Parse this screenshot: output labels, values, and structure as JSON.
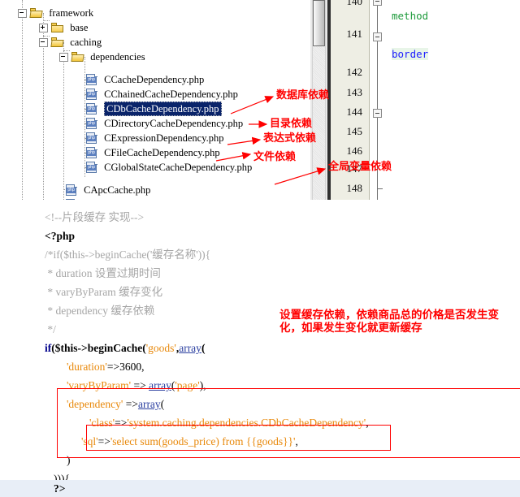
{
  "tree": {
    "nodes": [
      {
        "label": "framework",
        "type": "folder-open",
        "depth": 0,
        "expander": "minus",
        "selected": false
      },
      {
        "label": "base",
        "type": "folder-closed",
        "depth": 1,
        "expander": "plus",
        "selected": false
      },
      {
        "label": "caching",
        "type": "folder-open",
        "depth": 1,
        "expander": "minus",
        "selected": false
      },
      {
        "label": "dependencies",
        "type": "folder-open",
        "depth": 2,
        "expander": "minus",
        "selected": false
      },
      {
        "label": "CCacheDependency.php",
        "type": "php-file",
        "depth": 3,
        "expander": "none",
        "selected": false
      },
      {
        "label": "CChainedCacheDependency.php",
        "type": "php-file",
        "depth": 3,
        "expander": "none",
        "selected": false
      },
      {
        "label": "CDbCacheDependency.php",
        "type": "php-file",
        "depth": 3,
        "expander": "none",
        "selected": true
      },
      {
        "label": "CDirectoryCacheDependency.php",
        "type": "php-file",
        "depth": 3,
        "expander": "none",
        "selected": false
      },
      {
        "label": "CExpressionDependency.php",
        "type": "php-file",
        "depth": 3,
        "expander": "none",
        "selected": false
      },
      {
        "label": "CFileCacheDependency.php",
        "type": "php-file",
        "depth": 3,
        "expander": "none",
        "selected": false
      },
      {
        "label": "CGlobalStateCacheDependency.php",
        "type": "php-file",
        "depth": 3,
        "expander": "none",
        "selected": false
      },
      {
        "label": "CApcCache.php",
        "type": "php-file",
        "depth": 2,
        "expander": "none",
        "selected": false
      }
    ],
    "icon_php_text": "php"
  },
  "editor": {
    "line_numbers": [
      "140",
      "141",
      "142",
      "143",
      "144",
      "145",
      "146",
      "147",
      "148"
    ],
    "code_tokens": [
      {
        "text": "method",
        "color": "#1f9b3c",
        "highlight": false
      },
      {
        "text": "border",
        "color": "#1c1cff",
        "highlight": true
      }
    ],
    "highlight_color": "#e8f5e8",
    "scrollbar": {
      "name": "vertical-scrollbar"
    }
  },
  "annotations": {
    "tree_labels": [
      {
        "text": "数据库依赖",
        "name": "annotation-db-dependency"
      },
      {
        "text": "目录依赖",
        "name": "annotation-directory-dependency"
      },
      {
        "text": "表达式依赖",
        "name": "annotation-expression-dependency"
      },
      {
        "text": "文件依赖",
        "name": "annotation-file-dependency"
      },
      {
        "text": "全局变量依赖",
        "name": "annotation-globalstate-dependency"
      }
    ],
    "code_note": "设置缓存依赖，依赖商品总的价格是否发生变化，如果发生变化就更新缓存",
    "color": "#ff0000"
  },
  "code": {
    "lines": [
      {
        "indent": 3,
        "parts": [
          {
            "t": "<!--片段缓存 实现-->",
            "c": "cmt"
          }
        ],
        "highlight": false
      },
      {
        "indent": 3,
        "parts": [
          {
            "t": "<?php",
            "c": "bold"
          }
        ],
        "highlight": false
      },
      {
        "indent": 3,
        "parts": [
          {
            "t": "/*if($this->beginCache('缓存名称')){",
            "c": "cmt"
          }
        ],
        "highlight": false
      },
      {
        "indent": 3,
        "parts": [
          {
            "t": " * duration 设置过期时间",
            "c": "cmt"
          }
        ],
        "highlight": false
      },
      {
        "indent": 3,
        "parts": [
          {
            "t": " * varyByParam 缓存变化",
            "c": "cmt"
          }
        ],
        "highlight": false
      },
      {
        "indent": 3,
        "parts": [
          {
            "t": " * dependency 缓存依赖",
            "c": "cmt"
          }
        ],
        "highlight": false
      },
      {
        "indent": 3,
        "parts": [
          {
            "t": " */",
            "c": "cmt"
          }
        ],
        "highlight": false
      },
      {
        "indent": 3,
        "parts": [
          {
            "t": "if",
            "c": "kw"
          },
          {
            "t": "($this->",
            "c": "bold"
          },
          {
            "t": "beginCache",
            "c": "bold"
          },
          {
            "t": "(",
            "c": "bold"
          },
          {
            "t": "'goods'",
            "c": "str"
          },
          {
            "t": ",",
            "c": "bold"
          },
          {
            "t": "array",
            "c": "fn"
          },
          {
            "t": "(",
            "c": "bold"
          }
        ],
        "highlight": false
      },
      {
        "indent": 6,
        "parts": [
          {
            "t": "'duration'",
            "c": "str"
          },
          {
            "t": "=>3600,",
            "c": "num"
          }
        ],
        "highlight": false
      },
      {
        "indent": 6,
        "parts": [
          {
            "t": "'varyByParam'",
            "c": "str"
          },
          {
            "t": " => ",
            "c": "num"
          },
          {
            "t": "array",
            "c": "fn"
          },
          {
            "t": "(",
            "c": "num"
          },
          {
            "t": "'page'",
            "c": "str"
          },
          {
            "t": "),",
            "c": "num"
          }
        ],
        "highlight": false
      },
      {
        "indent": 6,
        "parts": [
          {
            "t": "'dependency'",
            "c": "str"
          },
          {
            "t": " =>",
            "c": "num"
          },
          {
            "t": "array",
            "c": "fn"
          },
          {
            "t": "(",
            "c": "num"
          }
        ],
        "highlight": false
      },
      {
        "indent": 9,
        "parts": [
          {
            "t": "'class'",
            "c": "str"
          },
          {
            "t": "=>",
            "c": "num"
          },
          {
            "t": "'system.caching.dependencies.CDbCacheDependency'",
            "c": "str"
          },
          {
            "t": ",",
            "c": "num"
          }
        ],
        "highlight": false
      },
      {
        "indent": 8,
        "parts": [
          {
            "t": "'sql'",
            "c": "str"
          },
          {
            "t": "=>",
            "c": "num"
          },
          {
            "t": "'select sum(goods_price) from {{goods}}'",
            "c": "str"
          },
          {
            "t": ",",
            "c": "num"
          }
        ],
        "highlight": false
      },
      {
        "indent": 6,
        "parts": [
          {
            "t": ")",
            "c": "num"
          }
        ],
        "highlight": false
      },
      {
        "indent": 4,
        "parts": [
          {
            "t": "))){",
            "c": "num"
          }
        ],
        "highlight": false
      },
      {
        "indent": 4,
        "parts": [
          {
            "t": "?>",
            "c": "bold"
          }
        ],
        "highlight": true
      }
    ]
  }
}
